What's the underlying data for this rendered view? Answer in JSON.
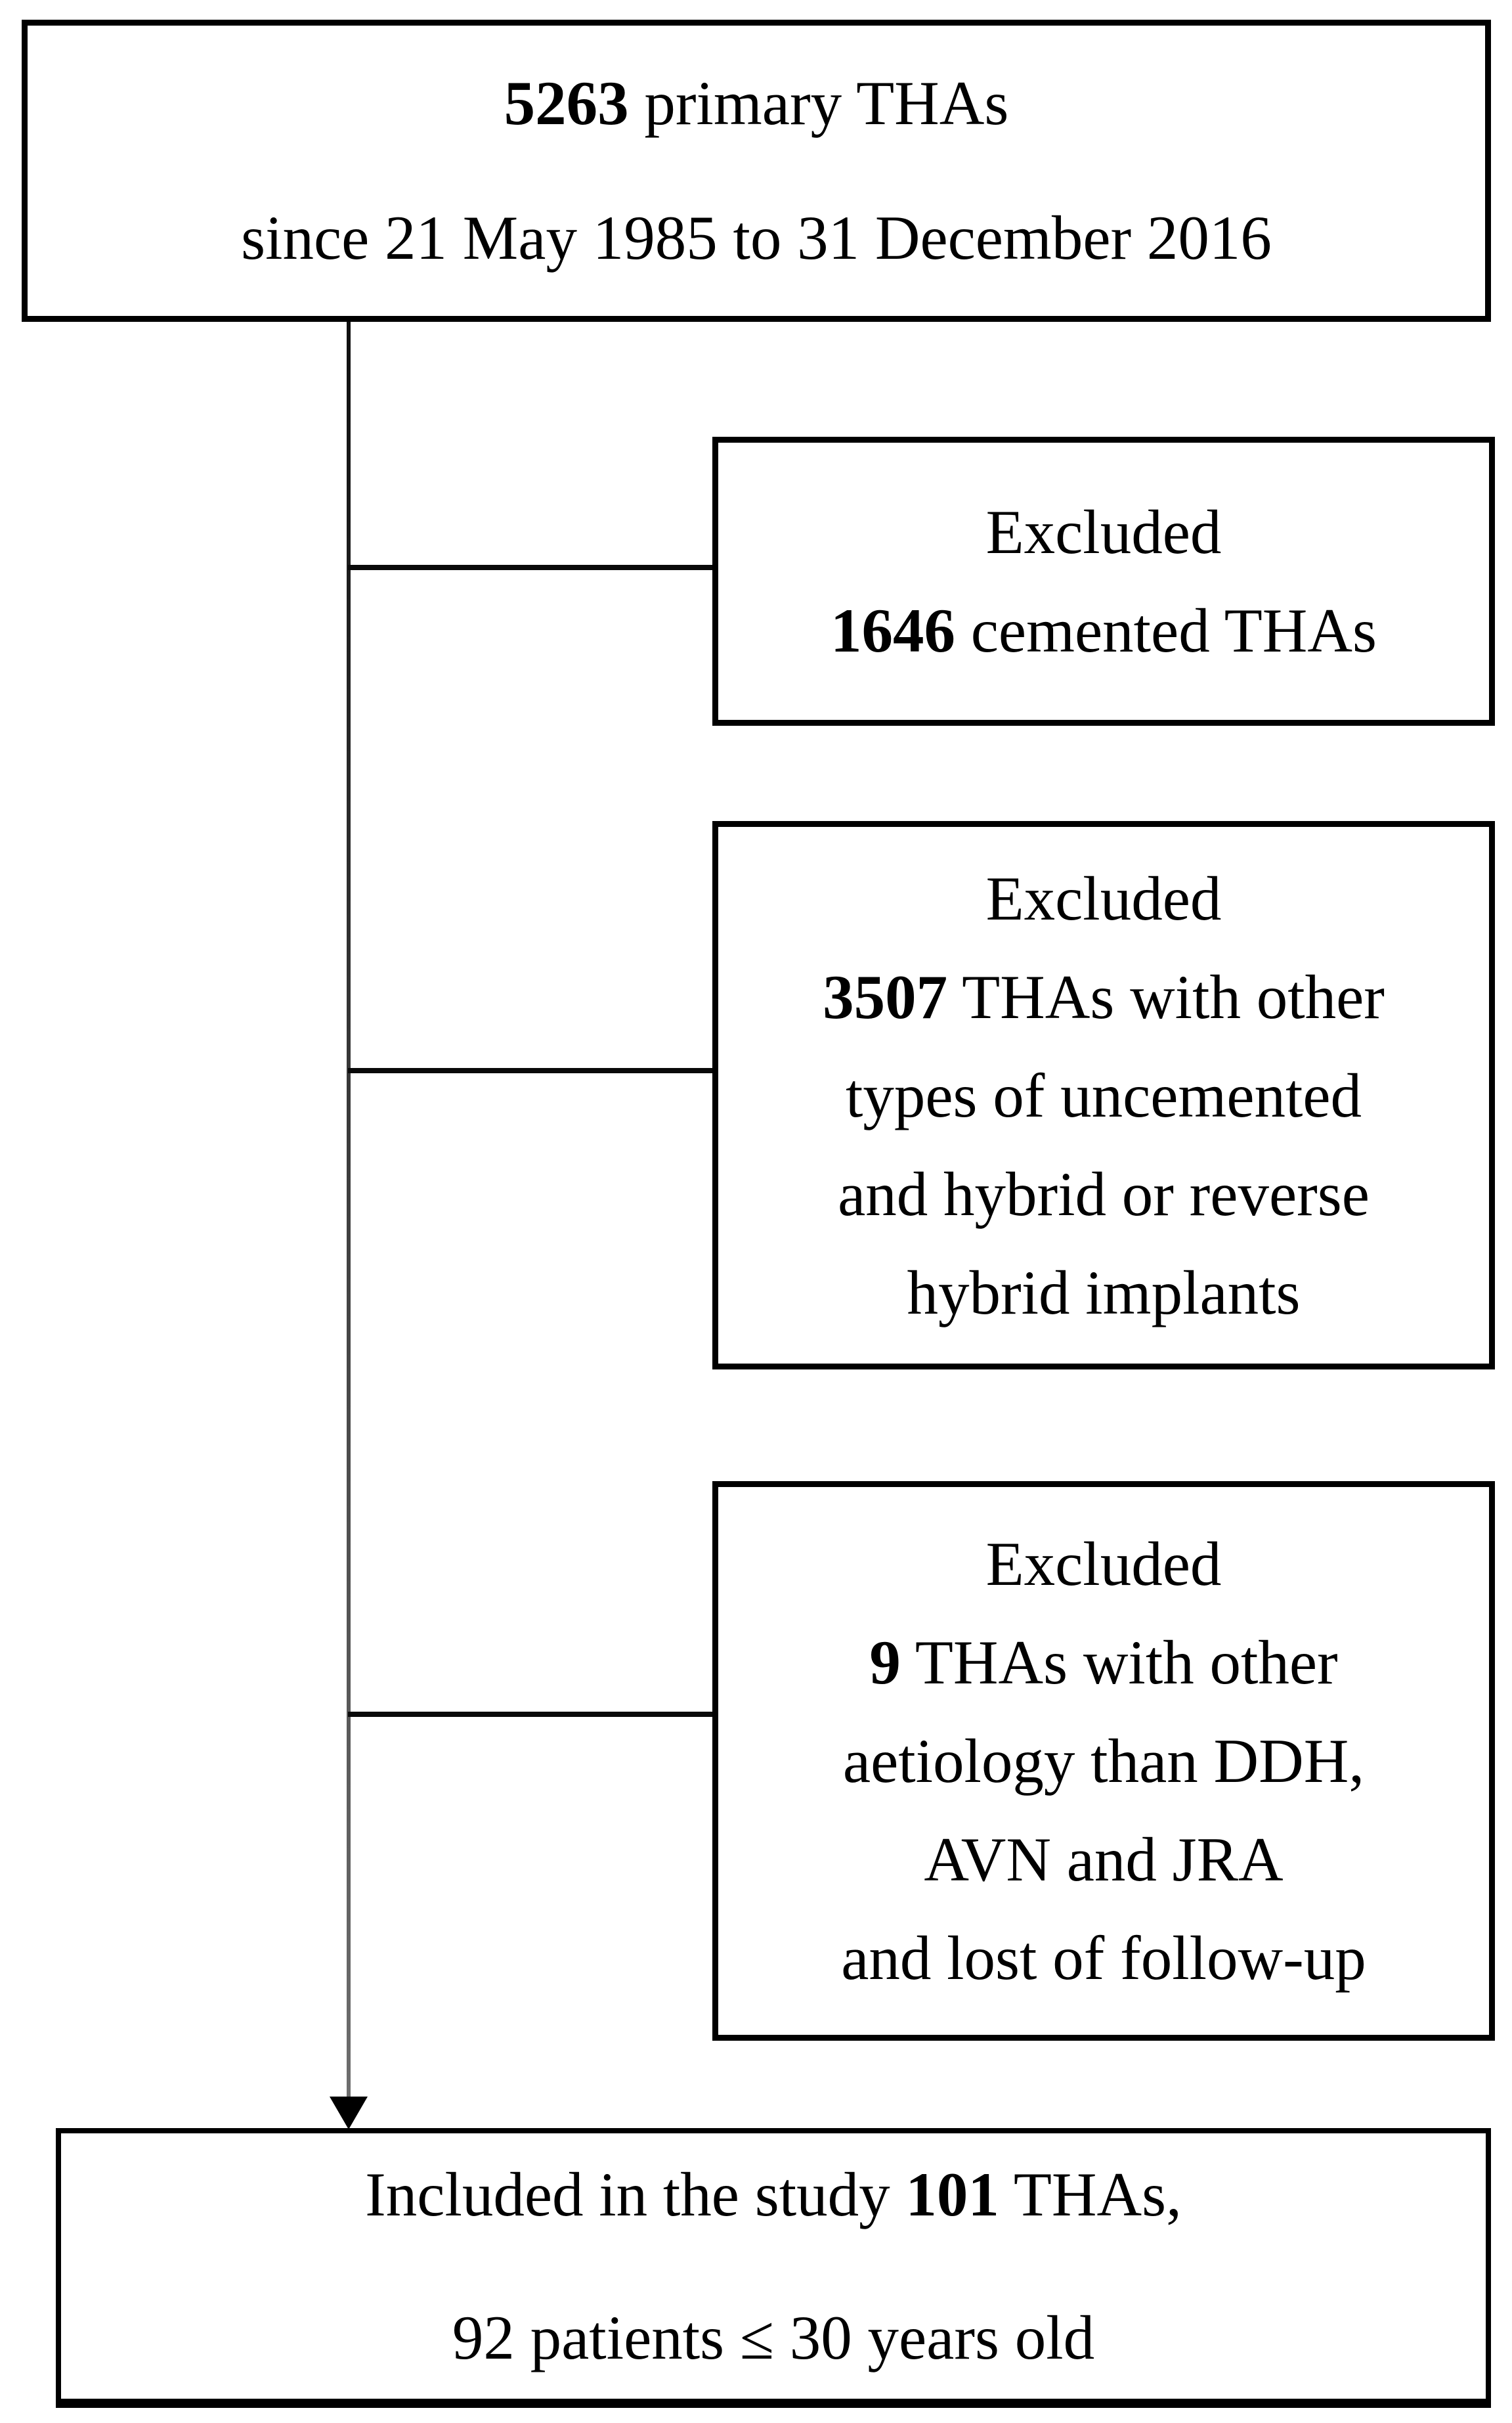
{
  "figure": {
    "type": "study-flowchart",
    "colors": {
      "background": "#ffffff",
      "box_border": "#000000",
      "text": "#000000",
      "connector": "#333333"
    },
    "top_box": {
      "bold": "5263",
      "text_after": " primary THAs",
      "line2": "since 21 May 1985 to 31 December 2016"
    },
    "excluded_boxes": [
      {
        "title": "Excluded",
        "bold": "1646",
        "text_after": " cemented THAs"
      },
      {
        "title": "Excluded",
        "bold": "3507",
        "text_after": " THAs with other",
        "extra_lines": [
          "types of uncemented",
          "and hybrid or reverse",
          "hybrid implants"
        ]
      },
      {
        "title": "Excluded",
        "bold": "9",
        "text_after": " THAs with other",
        "extra_lines": [
          "aetiology than DDH,",
          "AVN and JRA",
          "and lost of follow-up"
        ]
      }
    ],
    "bottom_box": {
      "text_before": "Included in the study ",
      "bold": "101",
      "text_after": " THAs,",
      "line2": "92 patients ≤ 30 years old"
    }
  }
}
